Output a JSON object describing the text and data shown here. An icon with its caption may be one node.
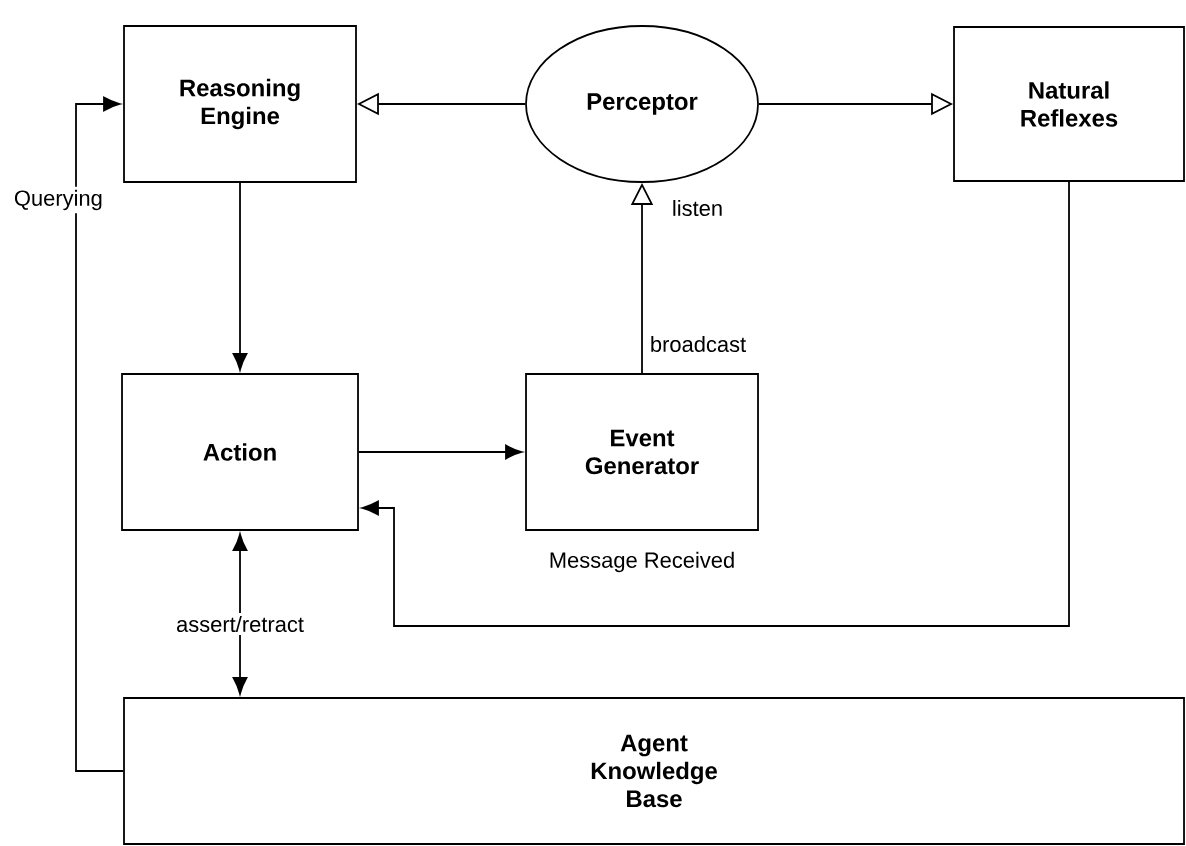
{
  "diagram": {
    "nodes": [
      {
        "text": [
          "Reasoning Engine"
        ]
      },
      {
        "text": [
          "Perceptor"
        ]
      },
      {
        "text": [
          "Natural Reflexes"
        ]
      },
      {
        "text": [
          "Action"
        ]
      },
      {
        "text": [
          "Event Generator"
        ],
        "beside": [
          "Message Received"
        ]
      },
      {
        "text": [
          "Agent Knowledge Base"
        ]
      }
    ],
    "edges": [
      {
        "from": 1,
        "to": 0,
        "arrow": "to"
      },
      {
        "from": 1,
        "to": 2,
        "arrow": "to"
      },
      {
        "from": 4,
        "to": 1,
        "arrow": "to",
        "label": "listen"
      },
      {
        "from": 0,
        "to": 3,
        "arrow": "to"
      },
      {
        "from": 3,
        "to": 4,
        "arrow": "to"
      },
      {
        "from": 2,
        "to": 3,
        "arrow": "to"
      },
      {
        "from": 3,
        "to": 5,
        "arrow": "both",
        "label": "assert/retract"
      },
      {
        "from": 5,
        "to": 0,
        "arrow": "to",
        "label": "Querying"
      }
    ],
    "labels": [
      "broadcast"
    ]
  }
}
